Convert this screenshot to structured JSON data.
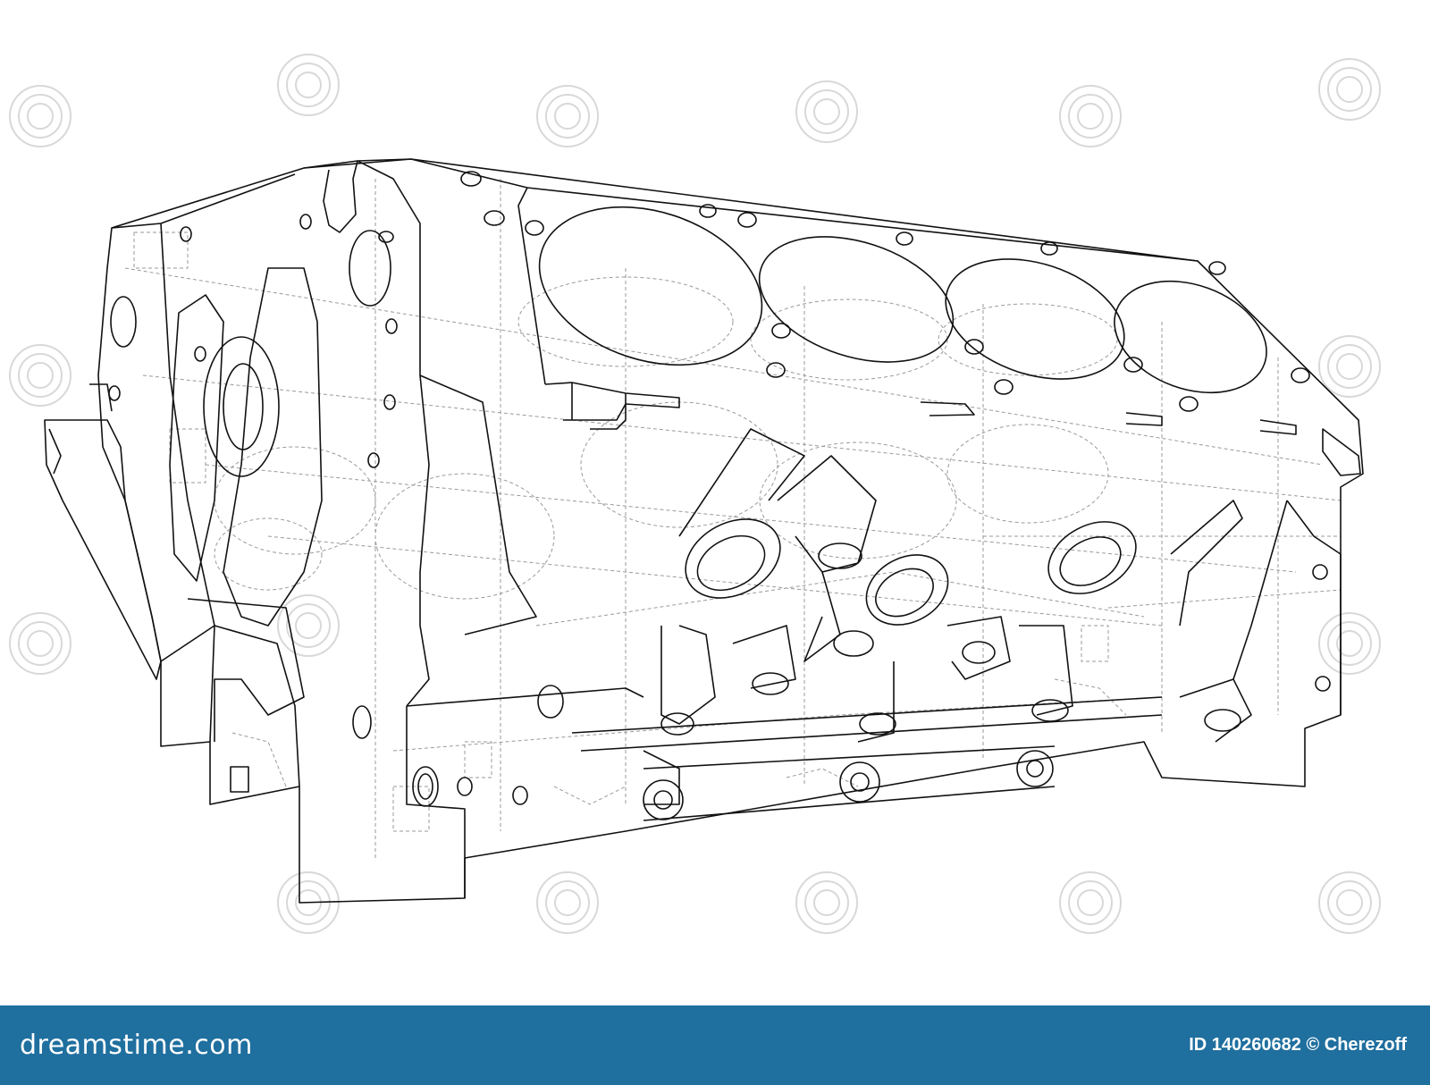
{
  "image": {
    "subject": "engine-block-wireframe",
    "line_color": "#111111",
    "hidden_line_color": "#9a9a9a",
    "background": "#ffffff"
  },
  "watermark": {
    "text": "dreamstime",
    "color": "#d8d8d8"
  },
  "footer": {
    "brand": "dreamstime.com",
    "credit": "ID 140260682 © Cherezoff",
    "background": "#1f6f9f",
    "text_color": "#ffffff"
  }
}
